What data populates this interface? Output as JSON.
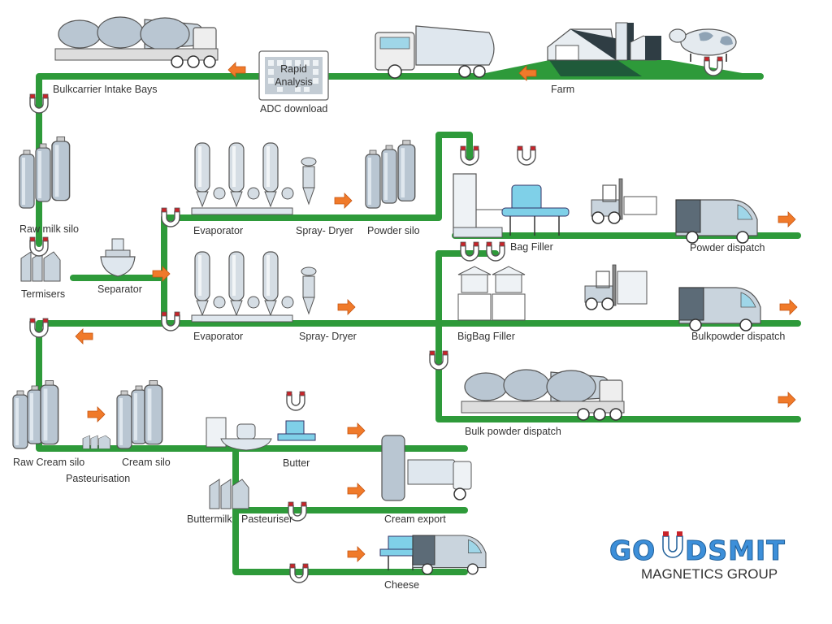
{
  "colors": {
    "pipeline": "#2e9a3a",
    "arrow": "#f07a2a",
    "magnet_red": "#c8242a",
    "equipment_fill": "#b9c6d2",
    "equipment_dark": "#8fa3b5",
    "equipment_cyan": "#7fd0e8",
    "logo_blue": "#3d8fd9"
  },
  "top_row": {
    "intake_label": "Bulkcarrier Intake Bays",
    "rapid_analysis_line1": "Rapid",
    "rapid_analysis_line2": "Analysis",
    "adc_label": "ADC download",
    "farm_label": "Farm"
  },
  "stations": {
    "raw_milk_silo": "Raw milk silo",
    "termisers": "Termisers",
    "separator": "Separator",
    "evaporator_1": "Evaporator",
    "spray_dryer_1": "Spray- Dryer",
    "powder_silo": "Powder silo",
    "evaporator_2": "Evaporator",
    "spray_dryer_2": "Spray- Dryer",
    "bag_filler": "Bag Filler",
    "powder_dispatch": "Powder dispatch",
    "bigbag_filler": "BigBag Filler",
    "bulkpowder_dispatch": "Bulkpowder dispatch",
    "bulk_powder_dispatch": "Bulk powder dispatch",
    "raw_cream_silo": "Raw Cream silo",
    "cream_silo": "Cream silo",
    "pasteurisation": "Pasteurisation",
    "butter": "Butter",
    "buttermilk": "Buttermilk",
    "pasteuriser": "Pasteuriser",
    "cream_export": "Cream export",
    "cheese": "Cheese"
  },
  "logo": {
    "brand_pre": "GO",
    "brand_post": "DSMIT",
    "tagline": "MAGNETICS GROUP"
  }
}
